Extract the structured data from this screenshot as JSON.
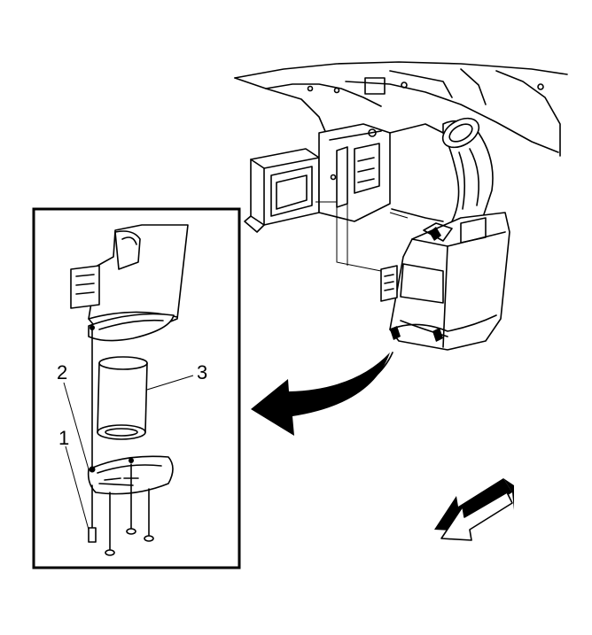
{
  "callouts": {
    "bolt": "1",
    "gasket": "2",
    "filter_element": "3"
  },
  "colors": {
    "line": "#000000",
    "background": "#ffffff"
  }
}
